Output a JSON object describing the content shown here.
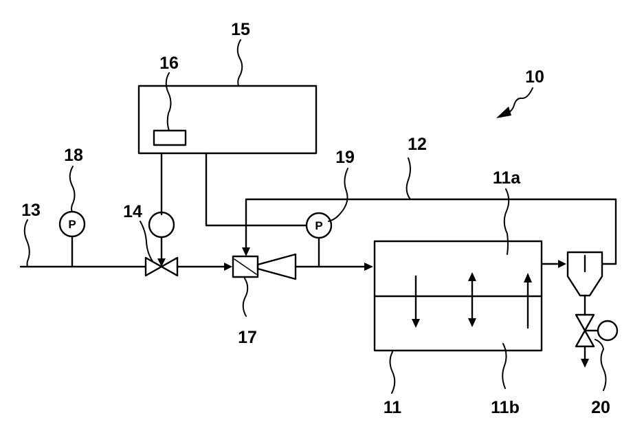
{
  "labels": {
    "system": "10",
    "tank": "11",
    "tank_upper": "11a",
    "tank_lower": "11b",
    "return_line": "12",
    "inlet_line": "13",
    "valve": "14",
    "controller": "15",
    "module": "16",
    "ejector": "17",
    "sensor_1": "18",
    "sensor_2": "19",
    "separator_valve": "20"
  },
  "sensor_symbol": "P"
}
